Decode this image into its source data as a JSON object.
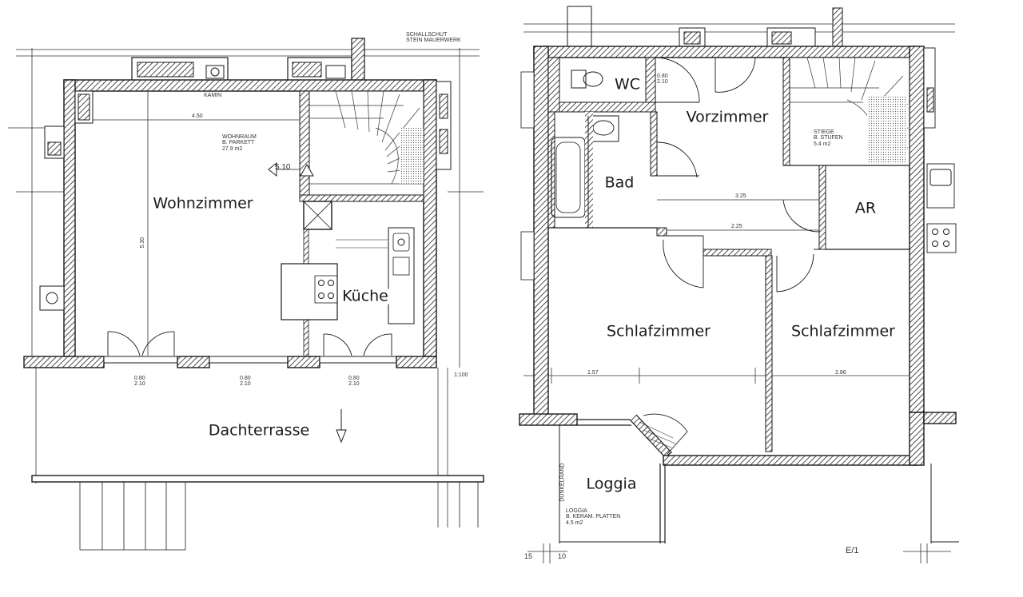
{
  "plans": [
    {
      "id": "upper-floor",
      "rooms": [
        "Wohnzimmer",
        "Küche",
        "Dachterrasse"
      ],
      "annotations": {
        "wohnraum": "WOHNRAUM\nB. PARKETT\n27.9 m2",
        "kamin": "KAMIN",
        "stiege_top": "SCHALLSCHUT\nSTEIN MAUERWERK",
        "level": "5.10",
        "scale": "1:100"
      },
      "dimensions": {
        "wall_top": "4.50",
        "wall_left": "5.30",
        "door_a": "0.80\n2.10",
        "door_b": "0.80\n2.10",
        "door_c": "0.80\n2.10"
      }
    },
    {
      "id": "lower-floor",
      "rooms": [
        "WC",
        "Vorzimmer",
        "Bad",
        "AR",
        "Schlafzimmer",
        "Schlafzimmer",
        "Loggia"
      ],
      "annotations": {
        "stiege": "STIEGE\nB. STUFEN\n5.4 m2",
        "loggia": "LOGGIA\nB. KERAM. PLATTEN\n4.5 m2",
        "sheet": "E/1",
        "edge": "DUNKELRAND"
      },
      "dimensions": {
        "d1": "3.25",
        "d2": "2.25",
        "d3": "1.57",
        "d4": "2.86",
        "d5": "0.80\n2.10",
        "d6": "15",
        "d7": "10"
      }
    }
  ]
}
